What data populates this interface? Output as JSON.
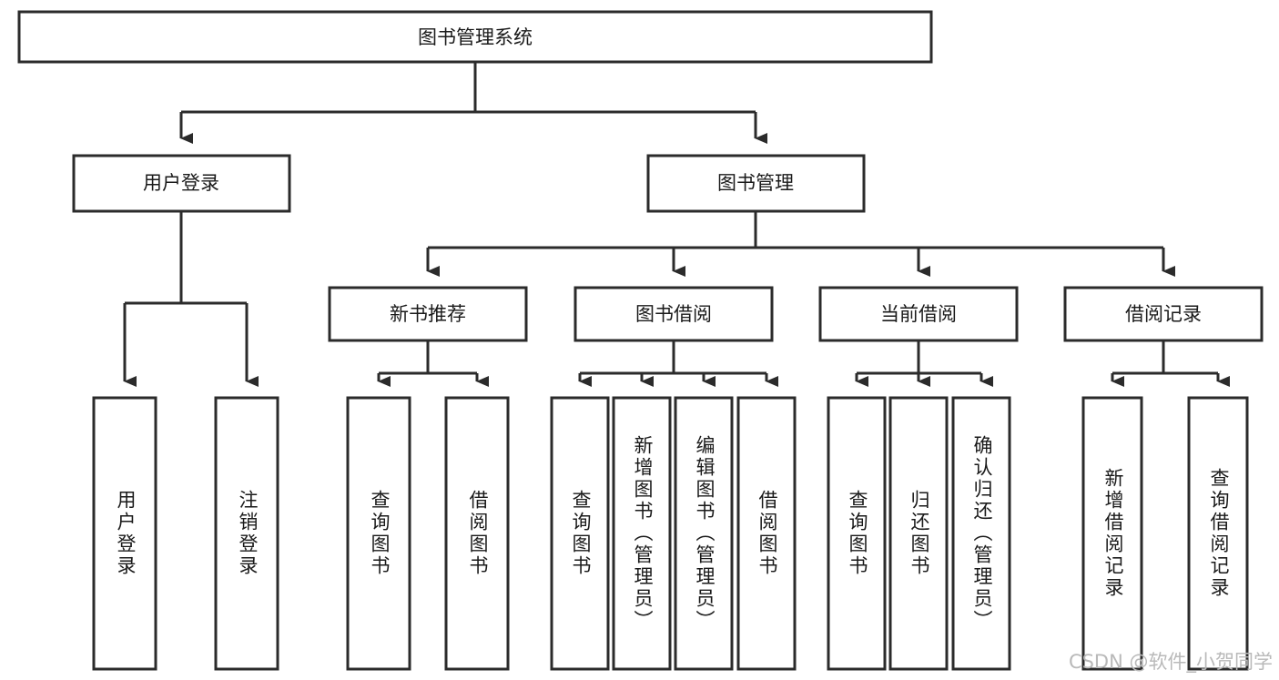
{
  "diagram": {
    "title": "图书管理系统",
    "type": "hierarchy-tree",
    "watermark": "CSDN @软件_小贺同学",
    "colors": {
      "box_stroke": "#2b2b2b",
      "box_fill": "#ffffff",
      "text": "#1a1a1a",
      "connector": "#2b2b2b",
      "watermark": "#b9b9b9",
      "background": "#ffffff"
    },
    "root": {
      "label": "图书管理系统"
    },
    "level2": [
      {
        "label": "用户登录"
      },
      {
        "label": "图书管理"
      }
    ],
    "level3": [
      {
        "label": "新书推荐"
      },
      {
        "label": "图书借阅"
      },
      {
        "label": "当前借阅"
      },
      {
        "label": "借阅记录"
      }
    ],
    "leaves": {
      "user_login": [
        {
          "label": "用户登录"
        },
        {
          "label": "注销登录"
        }
      ],
      "new_book_recommend": [
        {
          "label": "查询图书"
        },
        {
          "label": "借阅图书"
        }
      ],
      "book_borrow": [
        {
          "label": "查询图书"
        },
        {
          "label": "新增图书（管理员）"
        },
        {
          "label": "编辑图书（管理员）"
        },
        {
          "label": "借阅图书"
        }
      ],
      "current_borrow": [
        {
          "label": "查询图书"
        },
        {
          "label": "归还图书"
        },
        {
          "label": "确认归还（管理员）"
        }
      ],
      "borrow_records": [
        {
          "label": "新增借阅记录"
        },
        {
          "label": "查询借阅记录"
        }
      ]
    }
  }
}
